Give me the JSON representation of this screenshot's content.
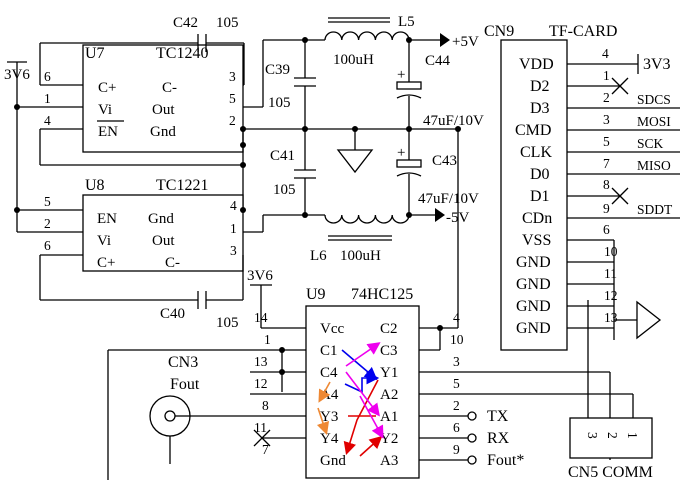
{
  "labels": {
    "c42": "C42",
    "c42v": "105",
    "u7": "U7",
    "u7p": "TC1240",
    "u7_cp": "C+",
    "u7_cm": "C-",
    "u7_vi": "Vi",
    "u7_out": "Out",
    "u7_en": "EN",
    "u7_gnd": "Gnd",
    "u7_n6": "6",
    "u7_n1": "1",
    "u7_n4": "4",
    "u7_n3": "3",
    "u7_n5": "5",
    "u7_n2": "2",
    "v36a": "3V6",
    "l5": "L5",
    "l5v": "100uH",
    "p5v": "+5V",
    "c39": "C39",
    "c39v": "105",
    "c44": "C44",
    "c44v": "47uF/10V",
    "c41": "C41",
    "c41v": "105",
    "c43": "C43",
    "c43v": "47uF/10V",
    "l6": "L6",
    "l6v": "100uH",
    "m5v": "-5V",
    "u8": "U8",
    "u8p": "TC1221",
    "u8_en": "EN",
    "u8_gnd": "Gnd",
    "u8_vi": "Vi",
    "u8_out": "Out",
    "u8_cp": "C+",
    "u8_cm": "C-",
    "u8_n5": "5",
    "u8_n2": "2",
    "u8_n6": "6",
    "u8_n4": "4",
    "u8_n1": "1",
    "u8_n3": "3",
    "c40": "C40",
    "c40v": "105",
    "v36b": "3V6",
    "u9": "U9",
    "u9p": "74HC125",
    "u9_vcc": "Vcc",
    "u9_c1": "C1",
    "u9_c4": "C4",
    "u9_a4": "A4",
    "u9_y3": "Y3",
    "u9_y4": "Y4",
    "u9_gnd": "Gnd",
    "u9_c2": "C2",
    "u9_c3": "C3",
    "u9_y1": "Y1",
    "u9_a2": "A2",
    "u9_a1": "A1",
    "u9_y2": "Y2",
    "u9_a3": "A3",
    "u9_n14": "14",
    "u9_n1": "1",
    "u9_n13": "13",
    "u9_n12": "12",
    "u9_n8": "8",
    "u9_n11": "11",
    "u9_n7": "7",
    "u9_n4": "4",
    "u9_n10": "10",
    "u9_n3": "3",
    "u9_n5": "5",
    "u9_n2": "2",
    "u9_n6": "6",
    "u9_n9": "9",
    "cn3": "CN3",
    "fout_lbl": "Fout",
    "tx": "TX",
    "rx": "RX",
    "fouts": "Fout*",
    "cn9": "CN9",
    "tfcard": "TF-CARD",
    "tf_vdd": "VDD",
    "tf_d2": "D2",
    "tf_d3": "D3",
    "tf_cmd": "CMD",
    "tf_clk": "CLK",
    "tf_d0": "D0",
    "tf_d1": "D1",
    "tf_cdn": "CDn",
    "tf_vss": "VSS",
    "tf_gnd1": "GND",
    "tf_gnd2": "GND",
    "tf_gnd3": "GND",
    "tf_gnd4": "GND",
    "tf_n4": "4",
    "tf_n1": "1",
    "tf_n2": "2",
    "tf_n3": "3",
    "tf_n5": "5",
    "tf_n7": "7",
    "tf_n8": "8",
    "tf_n9": "9",
    "tf_n6": "6",
    "tf_n10": "10",
    "tf_n11": "11",
    "tf_n12": "12",
    "tf_n13": "13",
    "v33": "3V3",
    "sdcs": "SDCS",
    "mosi": "MOSI",
    "sck": "SCK",
    "miso": "MISO",
    "sddt": "SDDT",
    "cn5": "CN5 COMM",
    "cn5_3": "3",
    "cn5_2": "2",
    "cn5_1": "1"
  },
  "colors": {
    "blue": "#0000ee",
    "red": "#e00000",
    "magenta": "#ee00ee",
    "orange": "#ee8833"
  }
}
